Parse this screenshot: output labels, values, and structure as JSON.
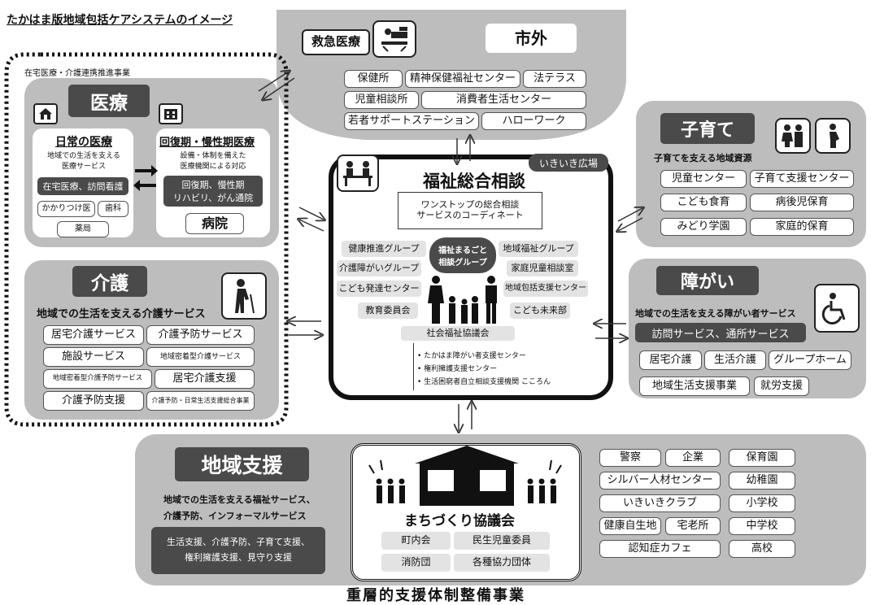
{
  "title": "たかはま版地域包括ケアシステムのイメージ",
  "bottom_label": "重層的支援体制整備事業",
  "top": {
    "emergency": "救急医療",
    "outside": "市外",
    "items": [
      "保健所",
      "精神保健福祉センター",
      "法テラス",
      "児童相談所",
      "消費者生活センター",
      "若者サポートステーション",
      "ハローワーク"
    ]
  },
  "medical": {
    "outer_label": "在宅医療・介護連携推進事業",
    "title": "医療",
    "daily": {
      "title": "日常の医療",
      "desc": "地域での生活を支える\n医療サービス",
      "home": "在宅医療、訪問看護",
      "clinic": "かかりつけ医",
      "dental": "歯科",
      "pharmacy": "薬局"
    },
    "recovery": {
      "title": "回復期・慢性期医療",
      "desc": "設備・体制を備えた\n医療機関による対応",
      "service": "回復期、慢性期\nリハビリ、がん通院",
      "hospital": "病院"
    }
  },
  "care": {
    "title": "介護",
    "subtitle": "地域での生活を支える介護サービス",
    "items": [
      "居宅介護サービス",
      "介護予防サービス",
      "施設サービス",
      "地域密着型介護サービス",
      "地域密着型介護予防サービス",
      "居宅介護支援",
      "介護予防支援",
      "介護予防・日常生活支援総合事業"
    ]
  },
  "center": {
    "tag": "いきいき広場",
    "title": "福祉総合相談",
    "onestop": "ワンストップの総合相談\nサービスのコーディネート",
    "core": "福祉まるごと\n相談グループ",
    "left_groups": [
      "健康推進グループ",
      "介護障がいグループ",
      "こども発達センター",
      "教育委員会"
    ],
    "right_groups": [
      "地域福祉グループ",
      "家庭児童相談室",
      "地域包括支援センター",
      "こども未来部"
    ],
    "council": "社会福祉協議会",
    "bullets": [
      "たかはま障がい者支援センター",
      "権利擁護支援センター",
      "生活困窮者自立相談支援機関 こころん"
    ]
  },
  "child": {
    "title": "子育て",
    "subtitle": "子育てを支える地域資源",
    "items": [
      "児童センター",
      "子育て支援センター",
      "こども食育",
      "病後児保育",
      "みどり学園",
      "家庭的保育"
    ]
  },
  "disability": {
    "title": "障がい",
    "subtitle": "地域での生活を支える障がい者サービス",
    "visit": "訪問サービス、通所サービス",
    "items": [
      "居宅介護",
      "生活介護",
      "グループホーム",
      "地域生活支援事業",
      "就労支援"
    ]
  },
  "community": {
    "title": "地域支援",
    "subtitle": "地域での生活を支える福祉サービス、\n介護予防、インフォーマルサービス",
    "services": "生活支援、介護予防、子育て支援、\n権利擁護支援、見守り支援",
    "council_title": "まちづくり協議会",
    "council_items": [
      "町内会",
      "民生児童委員",
      "消防団",
      "各種協力団体"
    ],
    "orgs": [
      "警察",
      "企業",
      "保育園",
      "シルバー人材センター",
      "幼稚園",
      "いきいきクラブ",
      "小学校",
      "健康自生地",
      "宅老所",
      "中学校",
      "認知症カフェ",
      "高校"
    ]
  },
  "icons": [
    "home-icon",
    "hospital-icon",
    "ambulance-icon",
    "consultation-icon",
    "elderly-icon",
    "family-icon",
    "pregnant-icon",
    "wheelchair-icon",
    "house-icon",
    "people-icon"
  ],
  "colors": {
    "panel": "#bdbdbd",
    "dark": "#4a4a4a",
    "light": "#e3e3e3"
  }
}
